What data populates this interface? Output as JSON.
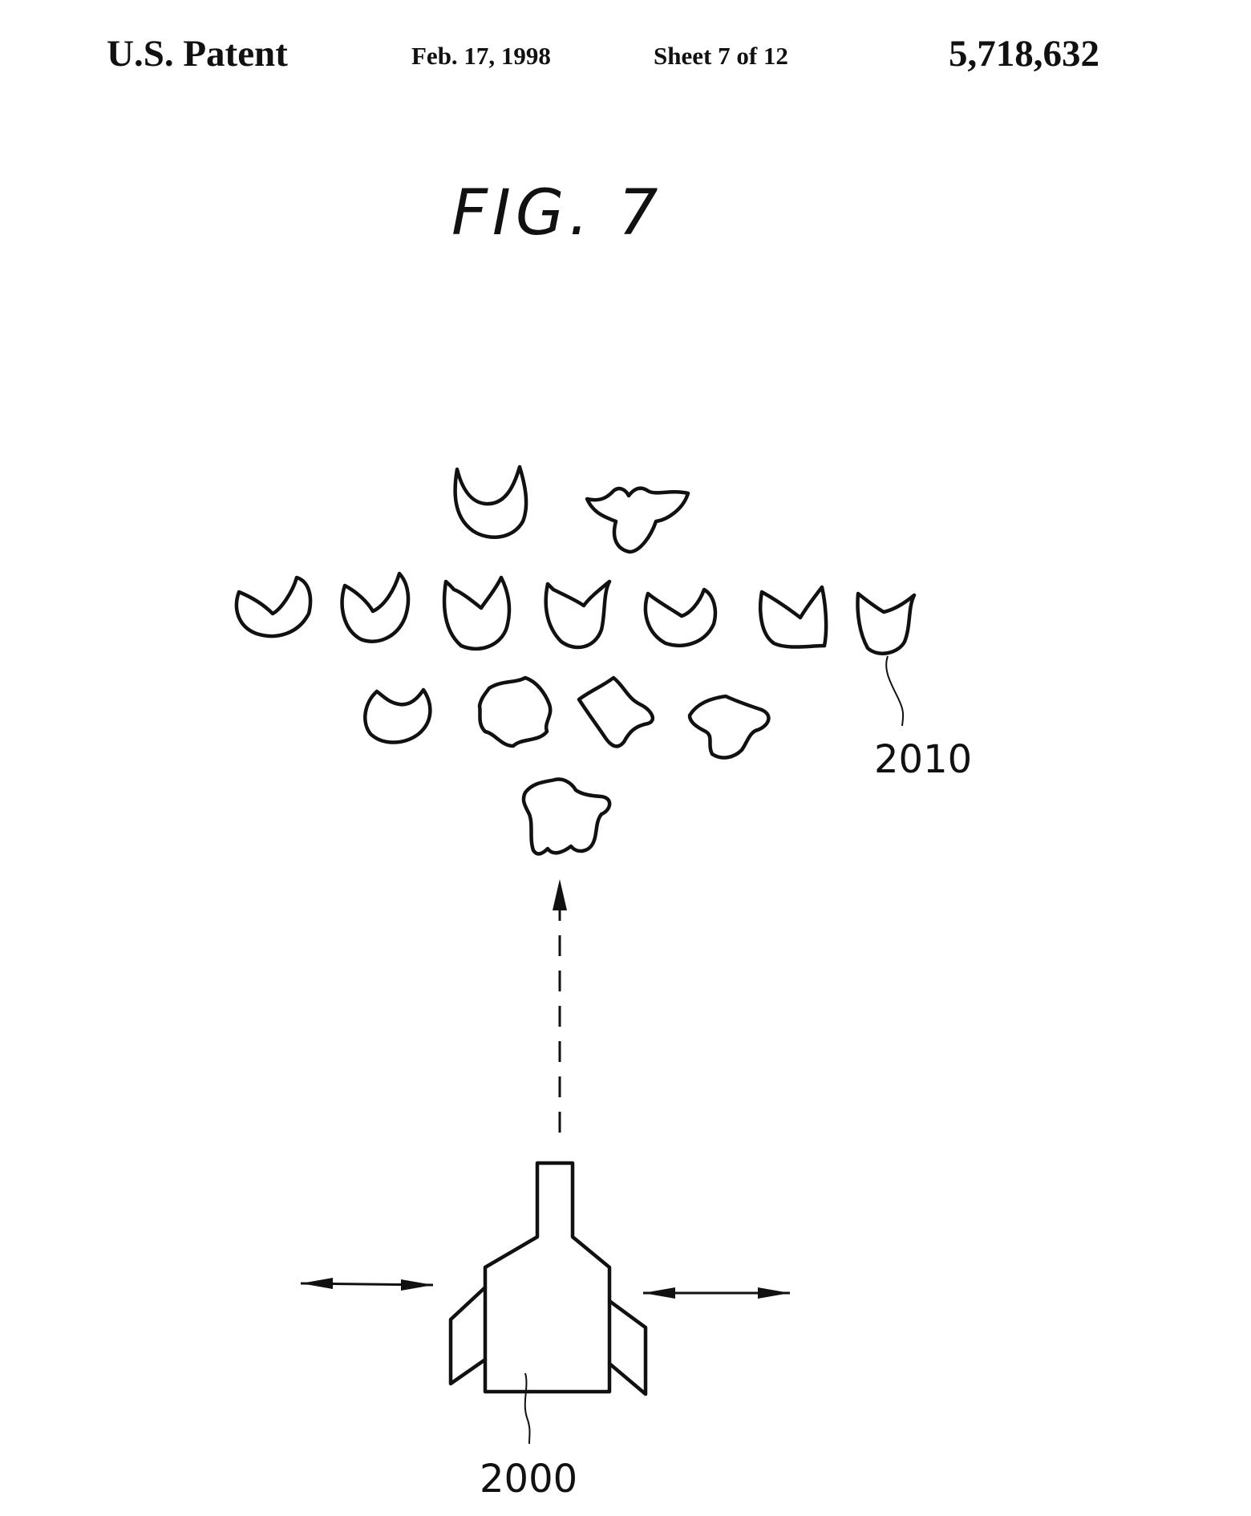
{
  "header": {
    "left": "U.S. Patent",
    "date": "Feb. 17, 1998",
    "sheet": "Sheet 7 of 12",
    "patent_number": "5,718,632"
  },
  "figure": {
    "title": "FIG. 7",
    "labels": {
      "enemy": "2010",
      "player": "2000"
    }
  }
}
